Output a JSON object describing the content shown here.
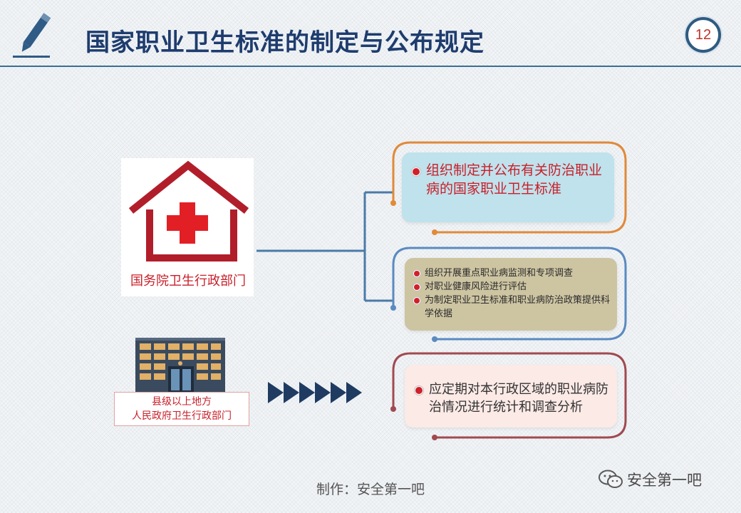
{
  "header": {
    "title": "国家职业卫生标准的制定与公布规定",
    "page_number": "12"
  },
  "left": {
    "national_label": "国务院卫生行政部门",
    "local_label_line1": "县级以上地方",
    "local_label_line2": "人民政府卫生行政部门"
  },
  "boxes": {
    "box1": [
      "组织制定并公布有关防治职业病的国家职业卫生标准"
    ],
    "box2": [
      "组织开展重点职业病监测和专项调查",
      "对职业健康风险进行评估",
      "为制定职业卫生标准和职业病防治政策提供科学依据"
    ],
    "box3": [
      "应定期对本行政区域的职业病防治情况进行统计和调查分析"
    ]
  },
  "footer": {
    "credit": "制作：安全第一吧",
    "watermark": "安全第一吧"
  },
  "colors": {
    "title": "#1e3c6e",
    "accent_red": "#c8202a",
    "connector_blue": "#4a7aa8",
    "frame_orange": "#e08a3a",
    "frame_blue": "#5a8ac0",
    "frame_maroon": "#a04a50",
    "arrow_navy": "#1f3b62"
  },
  "icons": [
    "pencil-icon",
    "hospital-house-icon",
    "building-icon",
    "chevron-arrows-icon",
    "wechat-icon"
  ]
}
